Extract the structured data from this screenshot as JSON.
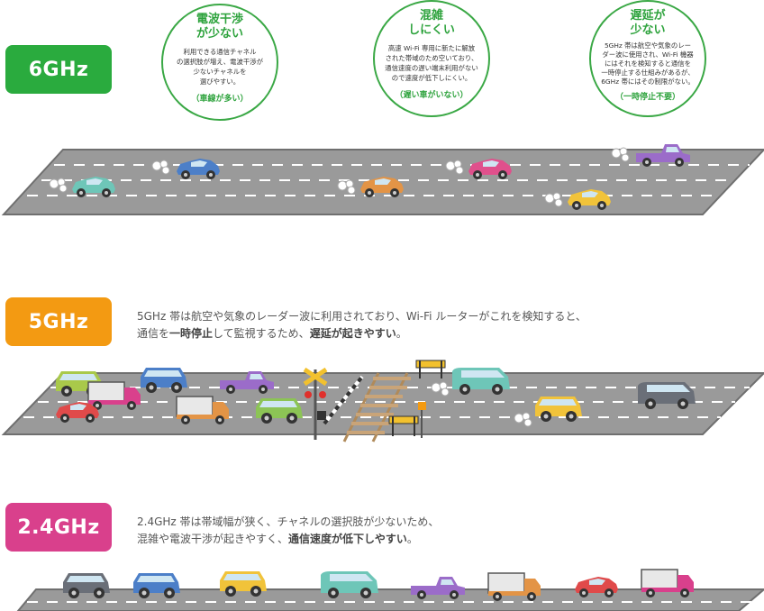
{
  "bands": {
    "ghz6": {
      "label": "6GHz",
      "color": "#2aab3e",
      "bubbles": [
        {
          "title1": "電波干渉",
          "title2": "が少ない",
          "body": [
            "利用できる通信チャネル",
            "の選択肢が増え、電波干渉が",
            "少ないチャネルを",
            "選びやすい。"
          ],
          "note": "（車線が多い）"
        },
        {
          "title1": "混雑",
          "title2": "しにくい",
          "body": [
            "高速 Wi-Fi 専用に新たに解放",
            "された帯域のため空いており、",
            "通信速度の遅い端末利用がない",
            "ので速度が低下しにくい。"
          ],
          "note": "（遅い車がいない）"
        },
        {
          "title1": "遅延が",
          "title2": "少ない",
          "body": [
            "5GHz 帯は航空や気象のレー",
            "ダー波に使用され、Wi-Fi 機器",
            "にはそれを検知すると通信を",
            "一時停止する仕組みがあるが、",
            "6GHz 帯にはその制限がない。"
          ],
          "note": "（一時停止不要）"
        }
      ]
    },
    "ghz5": {
      "label": "5GHz",
      "color": "#f39a12",
      "desc_line1": "5GHz 帯は航空や気象のレーダー波に利用されており、Wi-Fi ルーターがこれを検知すると、",
      "desc_line2_pre": "通信を",
      "desc_line2_b1": "一時停止",
      "desc_line2_mid": "して監視するため、",
      "desc_line2_b2": "遅延が起きやすい",
      "desc_line2_post": "。"
    },
    "ghz24": {
      "label": "2.4GHz",
      "color": "#d9408c",
      "desc_line1": "2.4GHz 帯は帯域幅が狭く、チャネルの選択肢が少ないため、",
      "desc_line2_pre": "混雑や電波干渉が起きやすく、",
      "desc_line2_b": "通信速度が低下しやすい",
      "desc_line2_post": "。"
    }
  },
  "colors": {
    "road": "#9a9a9a",
    "road_edge": "#6f6f6f",
    "lane": "#ffffff"
  }
}
